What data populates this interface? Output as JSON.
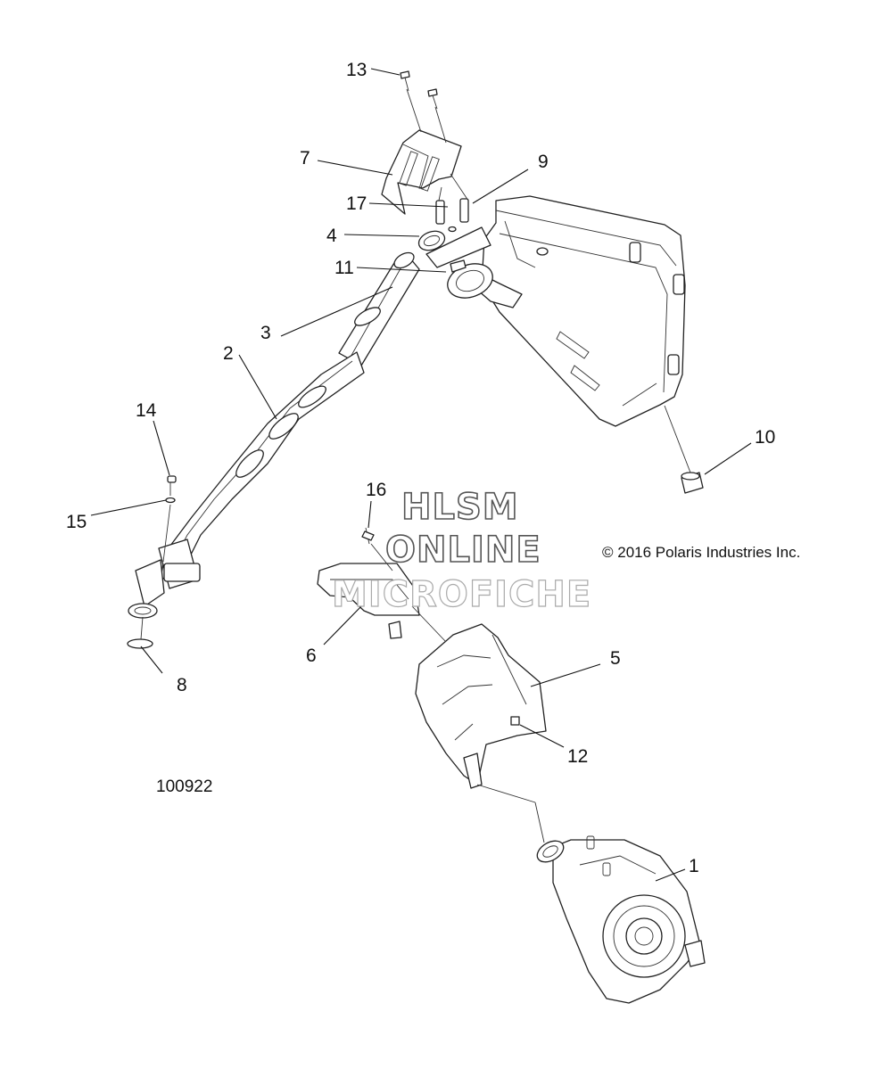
{
  "callouts": [
    {
      "id": "1",
      "label": "1"
    },
    {
      "id": "2",
      "label": "2"
    },
    {
      "id": "3",
      "label": "3"
    },
    {
      "id": "4",
      "label": "4"
    },
    {
      "id": "5",
      "label": "5"
    },
    {
      "id": "6",
      "label": "6"
    },
    {
      "id": "7",
      "label": "7"
    },
    {
      "id": "8",
      "label": "8"
    },
    {
      "id": "9",
      "label": "9"
    },
    {
      "id": "10",
      "label": "10"
    },
    {
      "id": "11",
      "label": "11"
    },
    {
      "id": "12",
      "label": "12"
    },
    {
      "id": "13",
      "label": "13"
    },
    {
      "id": "14",
      "label": "14"
    },
    {
      "id": "15",
      "label": "15"
    },
    {
      "id": "16",
      "label": "16"
    },
    {
      "id": "17",
      "label": "17"
    }
  ],
  "copyright": "© 2016 Polaris Industries Inc.",
  "drawing_number": "100922",
  "watermark": {
    "line1": "HLSM",
    "line2": "ONLINE",
    "line3": "MICROFICHE"
  }
}
